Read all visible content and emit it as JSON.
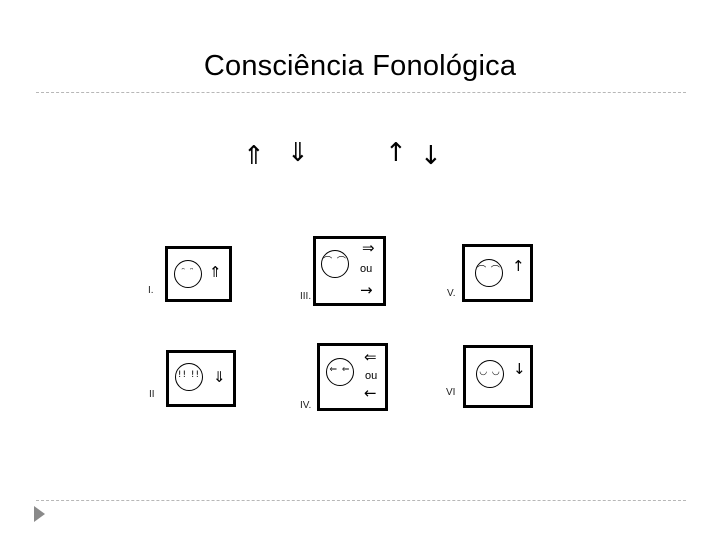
{
  "title": "Consciência Fonológica",
  "top_symbols": [
    "⇑",
    "⇓",
    "↑",
    "↓"
  ],
  "cards": [
    {
      "numeral": "I.",
      "face": "ᵔ ᵔ",
      "arrows": [
        "⇑"
      ],
      "ou": ""
    },
    {
      "numeral": "III.",
      "face": "⌒ ⌒",
      "arrows": [
        "⇒",
        "→"
      ],
      "ou": "ou"
    },
    {
      "numeral": "V.",
      "face": "⌒ ⌒",
      "arrows": [
        "↑"
      ],
      "ou": ""
    },
    {
      "numeral": "II",
      "face": "!! !!",
      "arrows": [
        "⇓"
      ],
      "ou": ""
    },
    {
      "numeral": "IV.",
      "face": "⇐ ⇐",
      "arrows": [
        "⇐",
        "←"
      ],
      "ou": "ou"
    },
    {
      "numeral": "VI",
      "face": "◡ ◡",
      "arrows": [
        "↓"
      ],
      "ou": ""
    }
  ],
  "colors": {
    "rule": "#b7b7b7",
    "nav": "#8a8a8a"
  }
}
